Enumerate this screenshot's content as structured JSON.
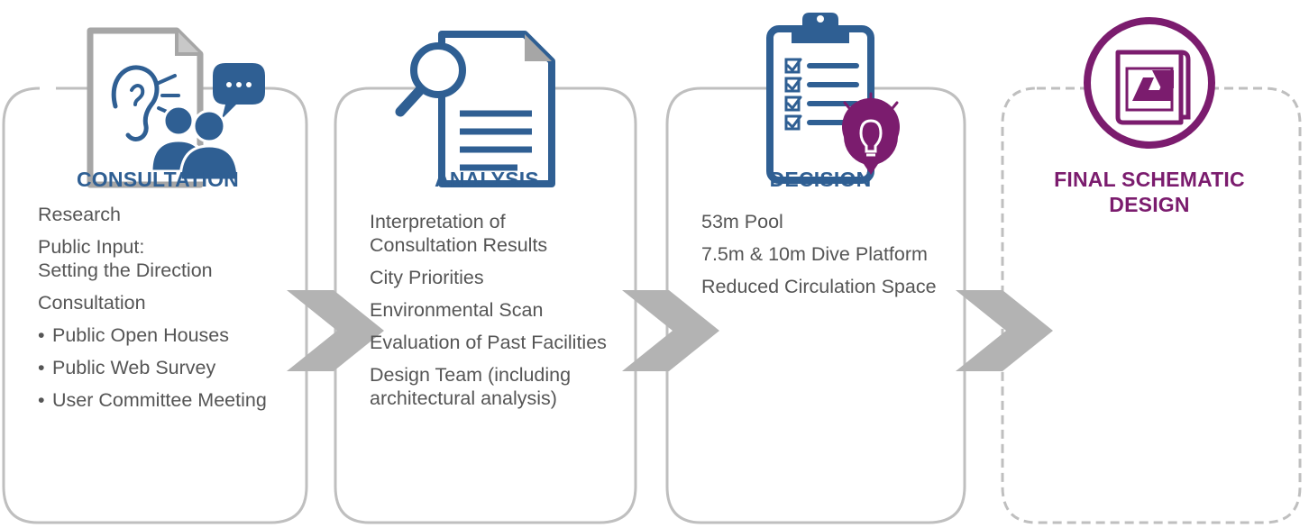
{
  "colors": {
    "blue": "#2f5f93",
    "purple": "#7b1c6e",
    "grey_outline": "#bfbfbf",
    "arrow_grey": "#b3b3b3",
    "text": "#555555"
  },
  "steps": [
    {
      "title": "CONSULTATION",
      "icon": "ear-listening-people-icon",
      "items": [
        {
          "text": "Research",
          "bullet": false
        },
        {
          "text": "Public Input:\nSetting the Direction",
          "bullet": false
        },
        {
          "text": "Consultation",
          "bullet": false
        },
        {
          "text": "Public Open Houses",
          "bullet": true
        },
        {
          "text": "Public Web Survey",
          "bullet": true
        },
        {
          "text": "User Committee Meeting",
          "bullet": true
        }
      ]
    },
    {
      "title": "ANALYSIS",
      "icon": "magnifier-document-icon",
      "items": [
        {
          "text": "Interpretation of\nConsultation Results",
          "bullet": false
        },
        {
          "text": "City Priorities",
          "bullet": false
        },
        {
          "text": "Environmental Scan",
          "bullet": false
        },
        {
          "text": "Evaluation of Past Facilities",
          "bullet": false
        },
        {
          "text": "Design Team (including\narchitectural analysis)",
          "bullet": false
        }
      ]
    },
    {
      "title": "DECISION",
      "icon": "clipboard-checklist-lightbulb-icon",
      "items": [
        {
          "text": "53m Pool",
          "bullet": false
        },
        {
          "text": "7.5m & 10m Dive Platform",
          "bullet": false
        },
        {
          "text": "Reduced Circulation Space",
          "bullet": false
        }
      ]
    },
    {
      "title": "FINAL SCHEMATIC\nDESIGN",
      "icon": "blueprint-plan-icon",
      "items": []
    }
  ]
}
